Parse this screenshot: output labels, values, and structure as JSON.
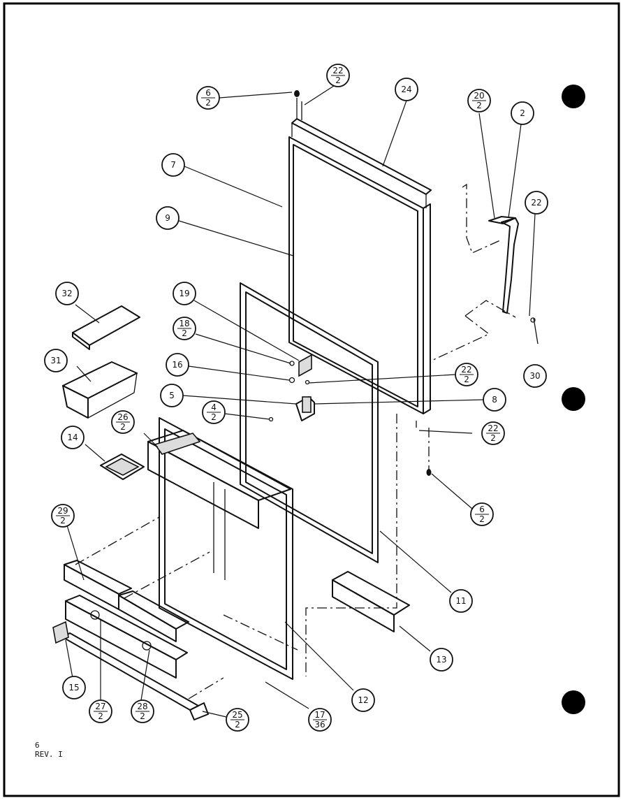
{
  "callouts": [
    {
      "id": "c-6-2-top",
      "num": "6",
      "den": "2"
    },
    {
      "id": "c-22-2-top",
      "num": "22",
      "den": "2"
    },
    {
      "id": "c-24",
      "num": "24",
      "den": ""
    },
    {
      "id": "c-20-2",
      "num": "20",
      "den": "2"
    },
    {
      "id": "c-2",
      "num": "2",
      "den": ""
    },
    {
      "id": "c-7",
      "num": "7",
      "den": ""
    },
    {
      "id": "c-22",
      "num": "22",
      "den": ""
    },
    {
      "id": "c-9",
      "num": "9",
      "den": ""
    },
    {
      "id": "c-32",
      "num": "32",
      "den": ""
    },
    {
      "id": "c-19",
      "num": "19",
      "den": ""
    },
    {
      "id": "c-18-2",
      "num": "18",
      "den": "2"
    },
    {
      "id": "c-31",
      "num": "31",
      "den": ""
    },
    {
      "id": "c-16",
      "num": "16",
      "den": ""
    },
    {
      "id": "c-22-2-mid",
      "num": "22",
      "den": "2"
    },
    {
      "id": "c-30",
      "num": "30",
      "den": ""
    },
    {
      "id": "c-5",
      "num": "5",
      "den": ""
    },
    {
      "id": "c-8",
      "num": "8",
      "den": ""
    },
    {
      "id": "c-4-2",
      "num": "4",
      "den": "2"
    },
    {
      "id": "c-26-2",
      "num": "26",
      "den": "2"
    },
    {
      "id": "c-22-2-low",
      "num": "22",
      "den": "2"
    },
    {
      "id": "c-14",
      "num": "14",
      "den": ""
    },
    {
      "id": "c-6-2-low",
      "num": "6",
      "den": "2"
    },
    {
      "id": "c-29-2",
      "num": "29",
      "den": "2"
    },
    {
      "id": "c-11",
      "num": "11",
      "den": ""
    },
    {
      "id": "c-13",
      "num": "13",
      "den": ""
    },
    {
      "id": "c-15",
      "num": "15",
      "den": ""
    },
    {
      "id": "c-12",
      "num": "12",
      "den": ""
    },
    {
      "id": "c-27-2",
      "num": "27",
      "den": "2"
    },
    {
      "id": "c-28-2",
      "num": "28",
      "den": "2"
    },
    {
      "id": "c-25-2",
      "num": "25",
      "den": "2"
    },
    {
      "id": "c-17-36",
      "num": "17",
      "den": "36"
    }
  ],
  "footer": {
    "page": "6",
    "revision": "REV. I"
  }
}
